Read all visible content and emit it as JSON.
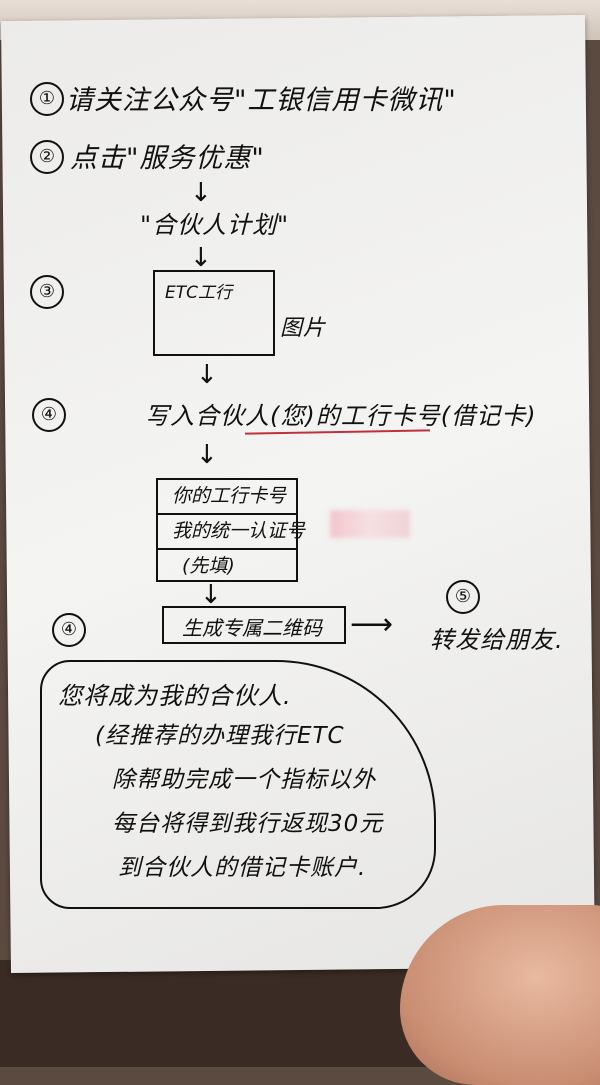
{
  "note": {
    "step1": {
      "number": "①",
      "text": "请关注公众号\"工银信用卡微讯\""
    },
    "step2": {
      "number": "②",
      "text": "点击\"服务优惠\"",
      "sub": "\"合伙人计划\""
    },
    "step3": {
      "number": "③",
      "box_text": "ETC工行",
      "side_label": "图片"
    },
    "step4a": {
      "number": "④",
      "text": "写入合伙人(您)的工行卡号(借记卡)"
    },
    "form_box": {
      "rows": [
        "你的工行卡号",
        "我的统一认证号",
        "(先填)"
      ]
    },
    "step4b": {
      "number": "④",
      "box_text": "生成专属二维码"
    },
    "step5": {
      "number": "⑤",
      "text": "转发给朋友."
    },
    "bubble": {
      "lines": [
        "您将成为我的合伙人.",
        "(经推荐的办理我行ETC",
        "除帮助完成一个指标以外",
        "每台将得到我行返现30元",
        "到合伙人的借记卡账户."
      ]
    }
  },
  "colors": {
    "ink": "#111111",
    "red_pen": "#c03040",
    "paper": "#f0efed"
  }
}
